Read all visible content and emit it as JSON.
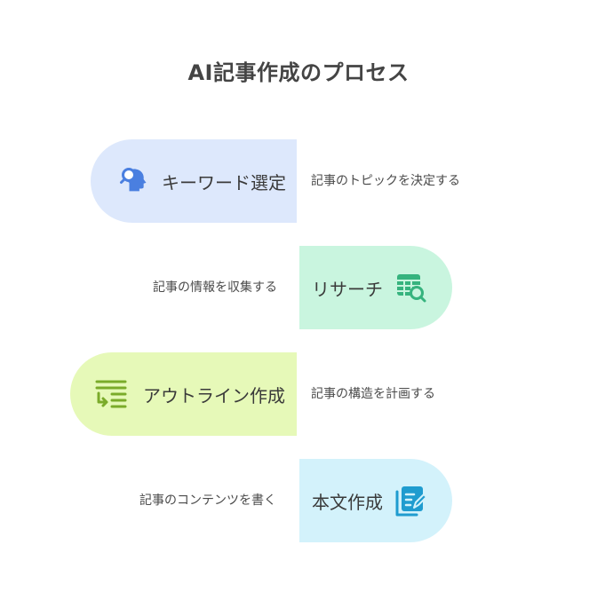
{
  "title": "AI記事作成のプロセス",
  "steps": [
    {
      "label": "キーワード選定",
      "description": "記事のトピックを決定する",
      "icon": "user-search-icon",
      "color": "#dde8fc",
      "icon_color": "#4a7fe0"
    },
    {
      "label": "リサーチ",
      "description": "記事の情報を収集する",
      "icon": "table-search-icon",
      "color": "#c9f5df",
      "icon_color": "#36b37e"
    },
    {
      "label": "アウトライン作成",
      "description": "記事の構造を計画する",
      "icon": "outline-list-icon",
      "color": "#e6f9b8",
      "icon_color": "#7aab2a"
    },
    {
      "label": "本文作成",
      "description": "記事のコンテンツを書く",
      "icon": "document-edit-icon",
      "color": "#d3f2fb",
      "icon_color": "#1f9ccf"
    }
  ]
}
